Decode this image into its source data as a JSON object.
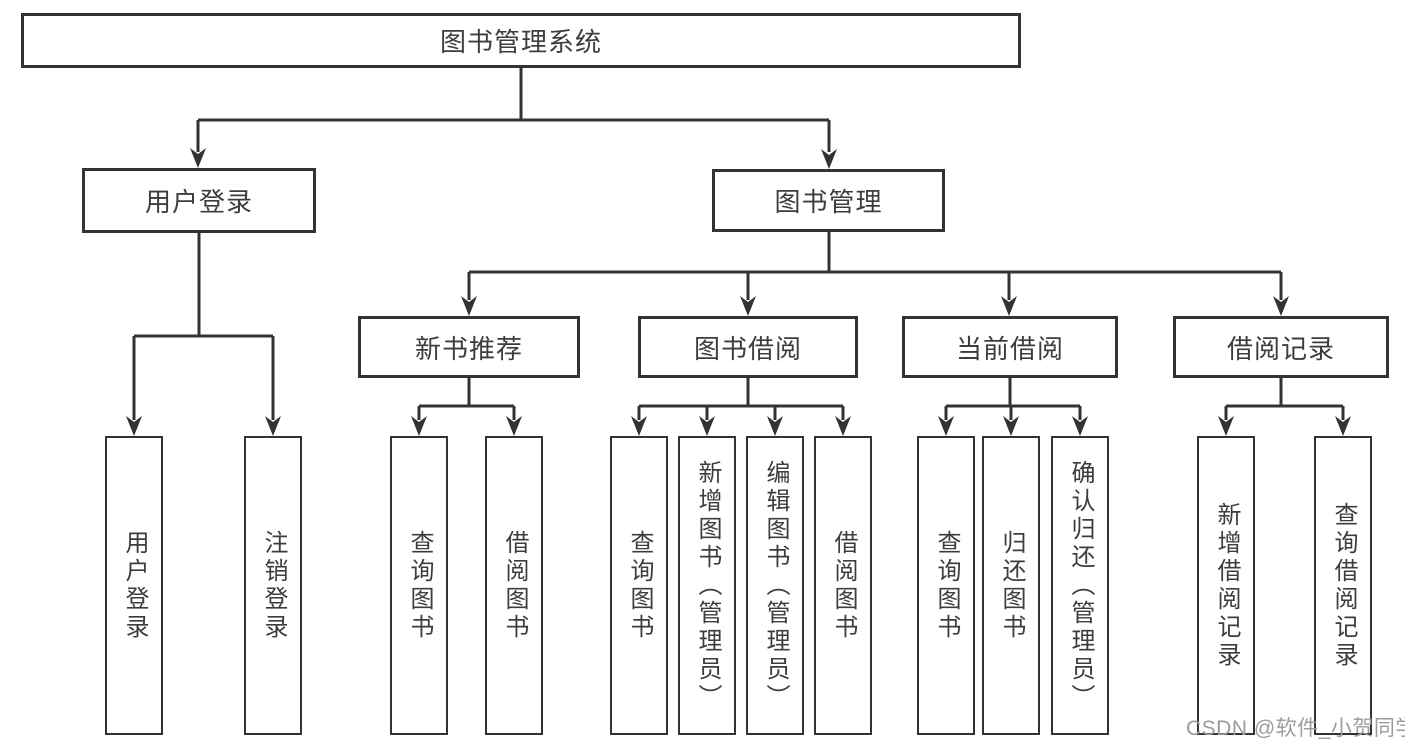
{
  "title": "图书管理系统",
  "tree": {
    "root": {
      "label": "图书管理系统"
    },
    "level2": [
      {
        "label": "用户登录"
      },
      {
        "label": "图书管理"
      }
    ],
    "level3": [
      {
        "label": "新书推荐",
        "parent": "图书管理"
      },
      {
        "label": "图书借阅",
        "parent": "图书管理"
      },
      {
        "label": "当前借阅",
        "parent": "图书管理"
      },
      {
        "label": "借阅记录",
        "parent": "图书管理"
      }
    ],
    "leaves": [
      {
        "label": "用户登录",
        "parent": "用户登录"
      },
      {
        "label": "注销登录",
        "parent": "用户登录"
      },
      {
        "label": "查询图书",
        "parent": "新书推荐"
      },
      {
        "label": "借阅图书",
        "parent": "新书推荐"
      },
      {
        "label": "查询图书",
        "parent": "图书借阅"
      },
      {
        "label": "新增图书（管理员）",
        "parent": "图书借阅"
      },
      {
        "label": "编辑图书（管理员）",
        "parent": "图书借阅"
      },
      {
        "label": "借阅图书",
        "parent": "图书借阅"
      },
      {
        "label": "查询图书",
        "parent": "当前借阅"
      },
      {
        "label": "归还图书",
        "parent": "当前借阅"
      },
      {
        "label": "确认归还（管理员）",
        "parent": "当前借阅"
      },
      {
        "label": "新增借阅记录",
        "parent": "借阅记录"
      },
      {
        "label": "查询借阅记录",
        "parent": "借阅记录"
      }
    ]
  },
  "watermark": {
    "text": "CSDN @软件_小贺同学"
  },
  "colors": {
    "line": "#333333",
    "box_border": "#333333",
    "text": "#3d3d3d",
    "watermark_text": "#9c9c9c",
    "background": "#ffffff"
  }
}
